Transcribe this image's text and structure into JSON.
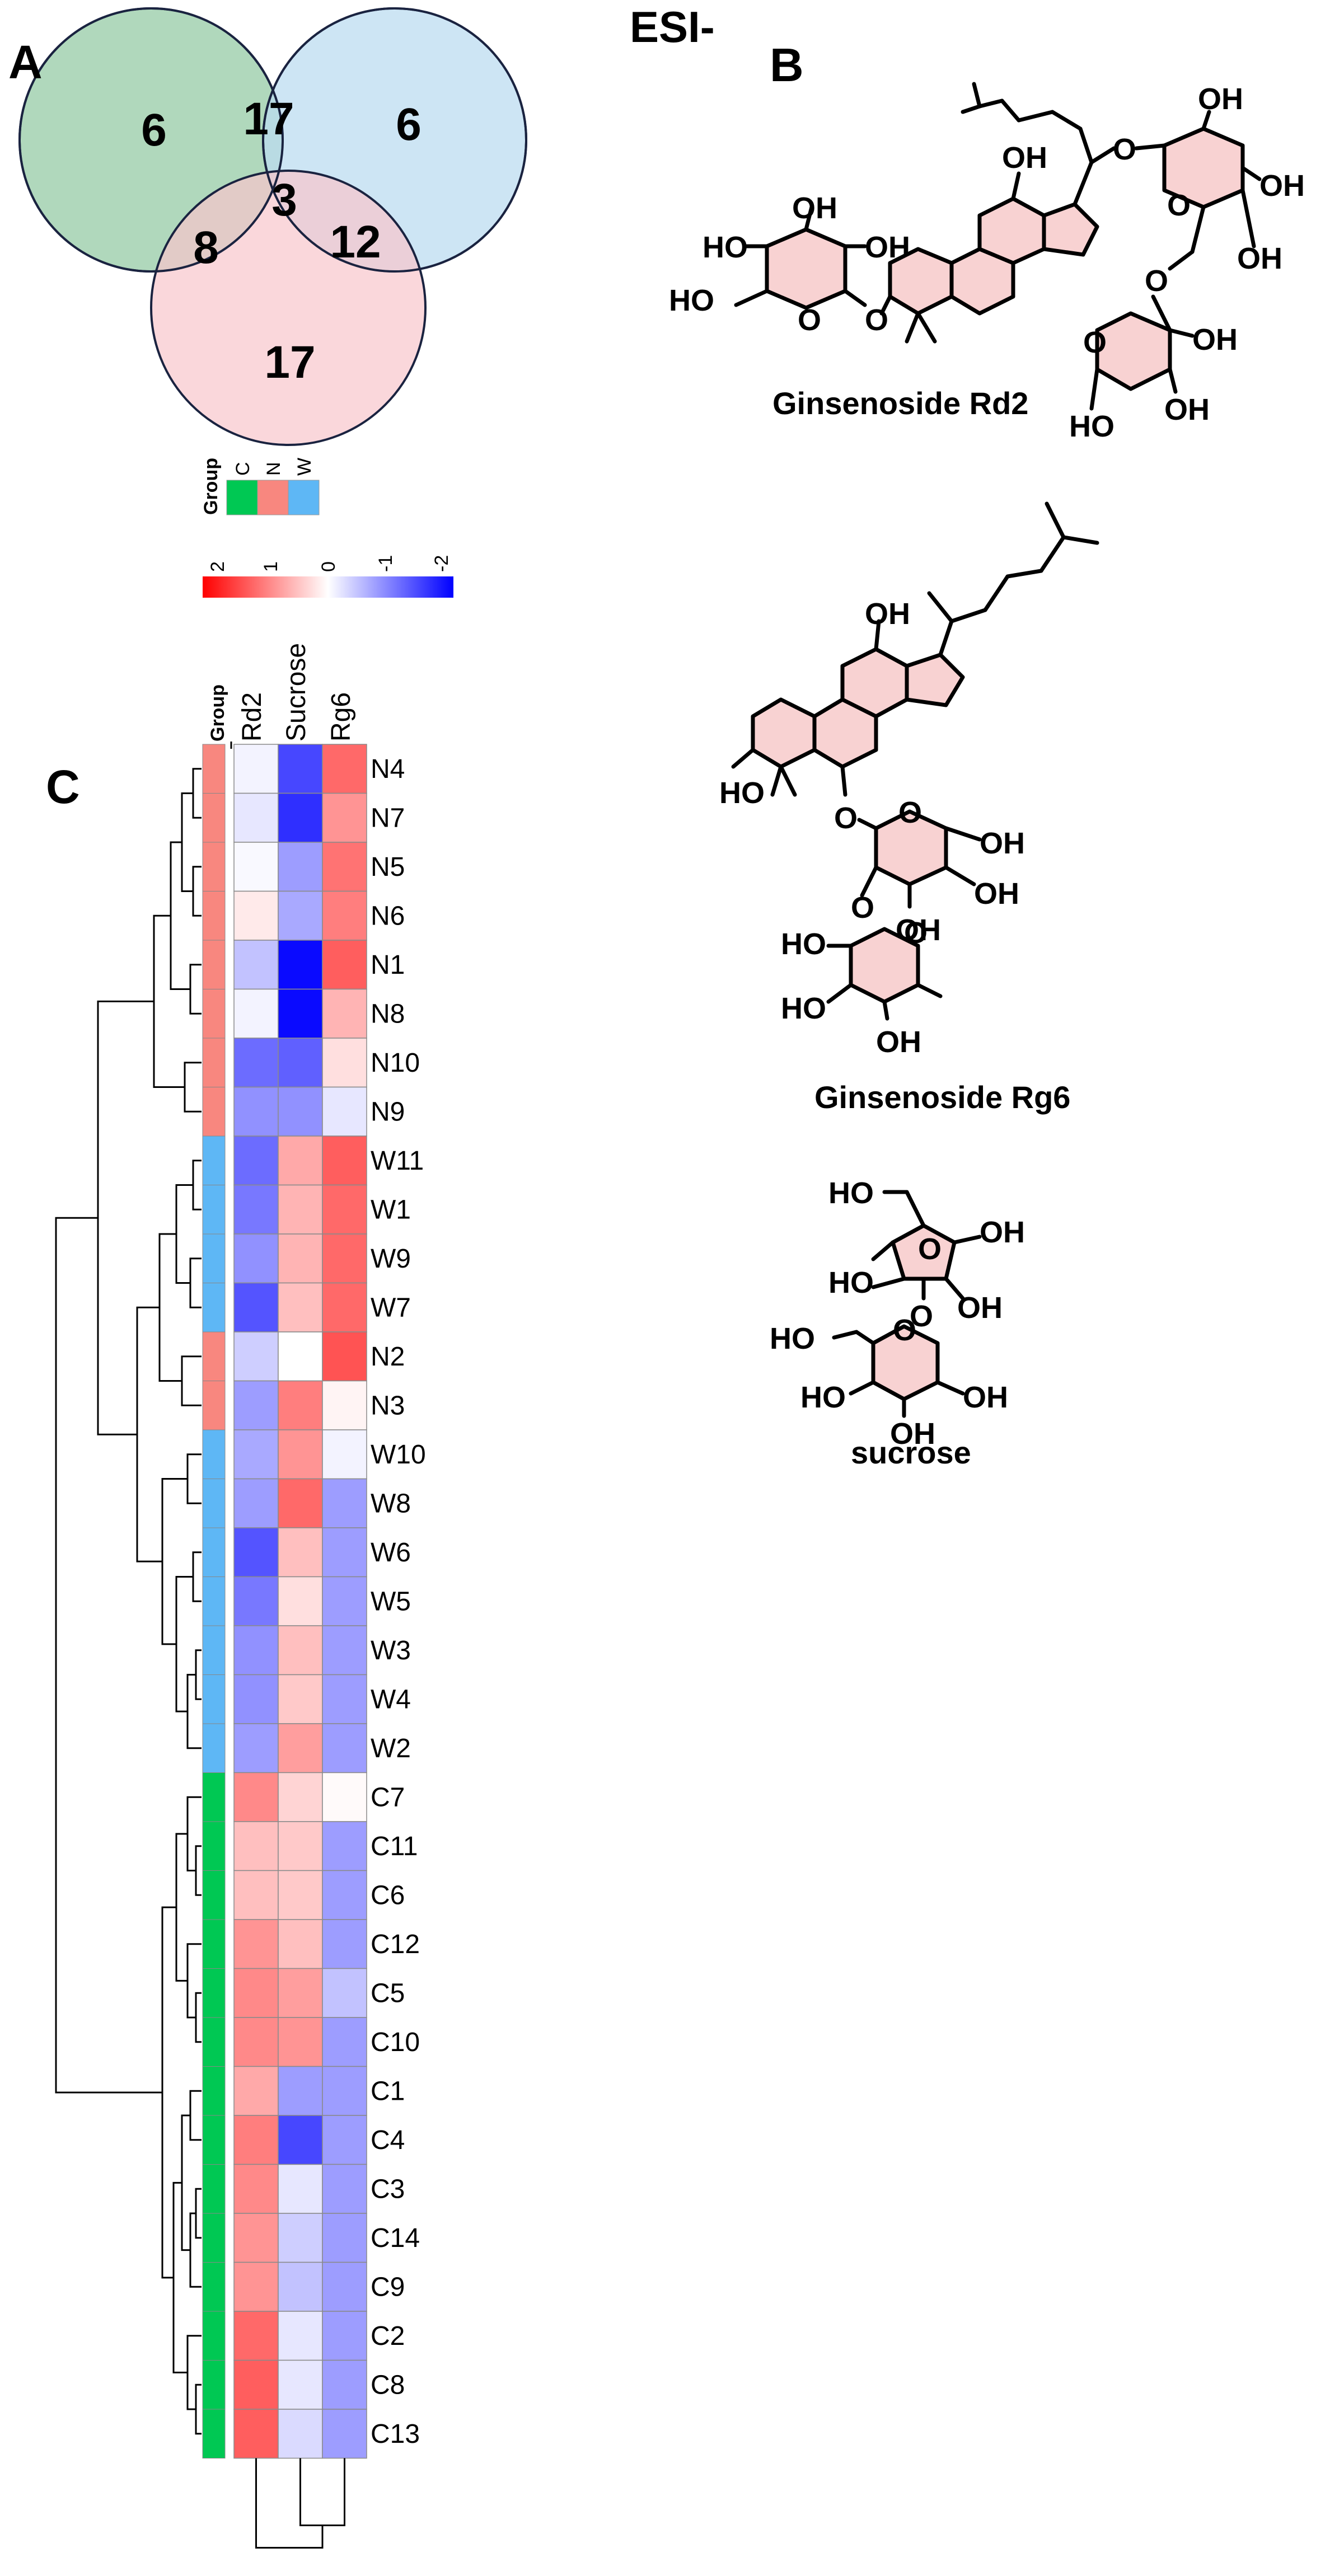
{
  "panels": {
    "a": "A",
    "b": "B",
    "c": "C"
  },
  "venn": {
    "regions": {
      "c_only": "6",
      "w_only": "6",
      "n_only": "17",
      "c_w": "17",
      "c_n": "8",
      "w_n": "12",
      "all": "3"
    },
    "colors": {
      "C": "#8fc7a0",
      "W": "#bcdcf0",
      "N": "#f8c6cc",
      "center_text": "#1a2a7a"
    }
  },
  "esi_label": "ESI-",
  "molecules": [
    {
      "name": "Ginsenoside Rd2"
    },
    {
      "name": "Ginsenoside Rg6"
    },
    {
      "name": "sucrose"
    }
  ],
  "atom_labels": {
    "oh": "OH",
    "ho": "HO",
    "o": "O"
  },
  "heatmap": {
    "group_legend": {
      "title": "Group",
      "items": [
        {
          "label": "C",
          "color": "#00c853"
        },
        {
          "label": "N",
          "color": "#f8877f"
        },
        {
          "label": "W",
          "color": "#5eb7f5"
        }
      ]
    },
    "color_scale": {
      "ticks": [
        "2",
        "1",
        "0",
        "-1",
        "-2"
      ],
      "colors": [
        "#ff0000",
        "#ffffff",
        "#0000ff"
      ]
    },
    "group_column_label": "Group",
    "columns": [
      "Rd2",
      "Sucrose",
      "Rg6"
    ]
  },
  "chart_data": {
    "type": "heatmap",
    "title": "",
    "columns": [
      "Rd2",
      "Sucrose",
      "Rg6"
    ],
    "scale": [
      -2,
      2
    ],
    "rows": [
      {
        "label": "N4",
        "group": "N",
        "values": [
          -0.1,
          -1.5,
          1.4
        ]
      },
      {
        "label": "N7",
        "group": "N",
        "values": [
          -0.2,
          -1.7,
          1.0
        ]
      },
      {
        "label": "N5",
        "group": "N",
        "values": [
          -0.05,
          -0.8,
          1.3
        ]
      },
      {
        "label": "N6",
        "group": "N",
        "values": [
          0.2,
          -0.7,
          1.2
        ]
      },
      {
        "label": "N1",
        "group": "N",
        "values": [
          -0.5,
          -2.0,
          1.5
        ]
      },
      {
        "label": "N8",
        "group": "N",
        "values": [
          -0.1,
          -2.0,
          0.7
        ]
      },
      {
        "label": "N10",
        "group": "N",
        "values": [
          -1.2,
          -1.3,
          0.3
        ]
      },
      {
        "label": "N9",
        "group": "N",
        "values": [
          -0.9,
          -0.9,
          -0.2
        ]
      },
      {
        "label": "W11",
        "group": "W",
        "values": [
          -1.2,
          0.8,
          1.5
        ]
      },
      {
        "label": "W1",
        "group": "W",
        "values": [
          -1.1,
          0.7,
          1.4
        ]
      },
      {
        "label": "W9",
        "group": "W",
        "values": [
          -0.9,
          0.7,
          1.4
        ]
      },
      {
        "label": "W7",
        "group": "W",
        "values": [
          -1.4,
          0.6,
          1.4
        ]
      },
      {
        "label": "N2",
        "group": "N",
        "values": [
          -0.4,
          0.0,
          1.6
        ]
      },
      {
        "label": "N3",
        "group": "N",
        "values": [
          -0.8,
          1.2,
          0.1
        ]
      },
      {
        "label": "W10",
        "group": "W",
        "values": [
          -0.7,
          1.0,
          -0.1
        ]
      },
      {
        "label": "W8",
        "group": "W",
        "values": [
          -0.8,
          1.4,
          -0.8
        ]
      },
      {
        "label": "W6",
        "group": "W",
        "values": [
          -1.4,
          0.6,
          -0.8
        ]
      },
      {
        "label": "W5",
        "group": "W",
        "values": [
          -1.1,
          0.3,
          -0.8
        ]
      },
      {
        "label": "W3",
        "group": "W",
        "values": [
          -0.9,
          0.6,
          -0.8
        ]
      },
      {
        "label": "W4",
        "group": "W",
        "values": [
          -0.9,
          0.5,
          -0.8
        ]
      },
      {
        "label": "W2",
        "group": "W",
        "values": [
          -0.8,
          0.9,
          -0.8
        ]
      },
      {
        "label": "C7",
        "group": "C",
        "values": [
          1.1,
          0.4,
          0.05
        ]
      },
      {
        "label": "C11",
        "group": "C",
        "values": [
          0.6,
          0.5,
          -0.8
        ]
      },
      {
        "label": "C6",
        "group": "C",
        "values": [
          0.6,
          0.5,
          -0.8
        ]
      },
      {
        "label": "C12",
        "group": "C",
        "values": [
          1.0,
          0.6,
          -0.8
        ]
      },
      {
        "label": "C5",
        "group": "C",
        "values": [
          1.1,
          0.9,
          -0.5
        ]
      },
      {
        "label": "C10",
        "group": "C",
        "values": [
          1.1,
          1.0,
          -0.8
        ]
      },
      {
        "label": "C1",
        "group": "C",
        "values": [
          0.8,
          -0.8,
          -0.8
        ]
      },
      {
        "label": "C4",
        "group": "C",
        "values": [
          1.2,
          -1.5,
          -0.8
        ]
      },
      {
        "label": "C3",
        "group": "C",
        "values": [
          1.1,
          -0.2,
          -0.8
        ]
      },
      {
        "label": "C14",
        "group": "C",
        "values": [
          1.0,
          -0.4,
          -0.8
        ]
      },
      {
        "label": "C9",
        "group": "C",
        "values": [
          1.0,
          -0.5,
          -0.8
        ]
      },
      {
        "label": "C2",
        "group": "C",
        "values": [
          1.4,
          -0.2,
          -0.8
        ]
      },
      {
        "label": "C8",
        "group": "C",
        "values": [
          1.5,
          -0.2,
          -0.8
        ]
      },
      {
        "label": "C13",
        "group": "C",
        "values": [
          1.5,
          -0.3,
          -0.8
        ]
      }
    ]
  }
}
